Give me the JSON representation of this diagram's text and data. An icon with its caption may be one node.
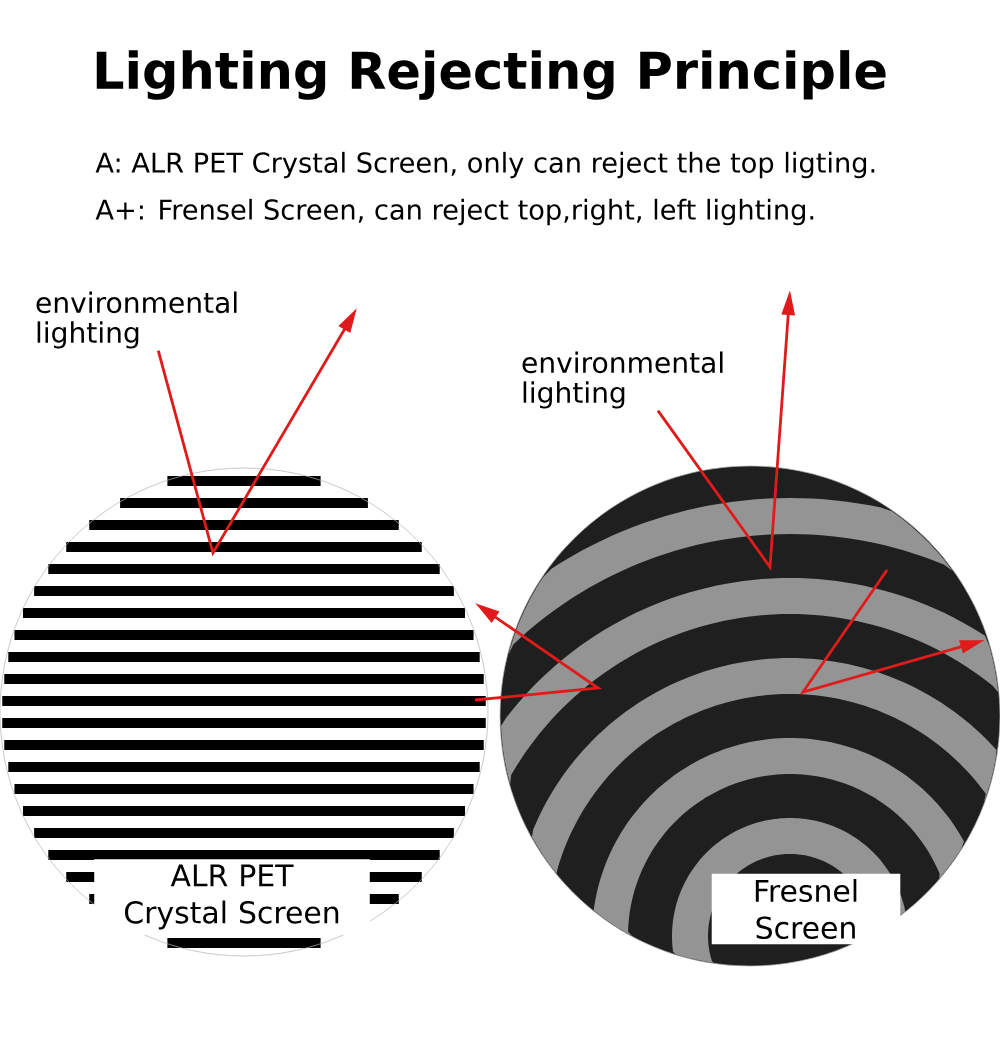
{
  "diagram": {
    "title": "Lighting Rejecting Principle",
    "nodes": [
      {
        "text": [
          "environmental lighting"
        ]
      },
      {
        "text": [],
        "shape": "circle"
      },
      {
        "text": [
          "ALR PET Crystal Screen"
        ],
        "in": 1
      },
      {
        "text": [
          "environmental lighting"
        ]
      },
      {
        "text": [],
        "shape": "circle"
      },
      {
        "text": [
          "Fresnel Screen"
        ],
        "in": 4
      }
    ],
    "edges": [
      {
        "from": 0,
        "to": null,
        "arrow": "to"
      },
      {
        "from": 3,
        "to": null,
        "arrow": "to"
      }
    ],
    "labels": [
      "A: ALR PET Crystal Screen, only can reject the top ligting.",
      "A+:  Frensel Screen, can reject top,right, left lighting."
    ]
  }
}
